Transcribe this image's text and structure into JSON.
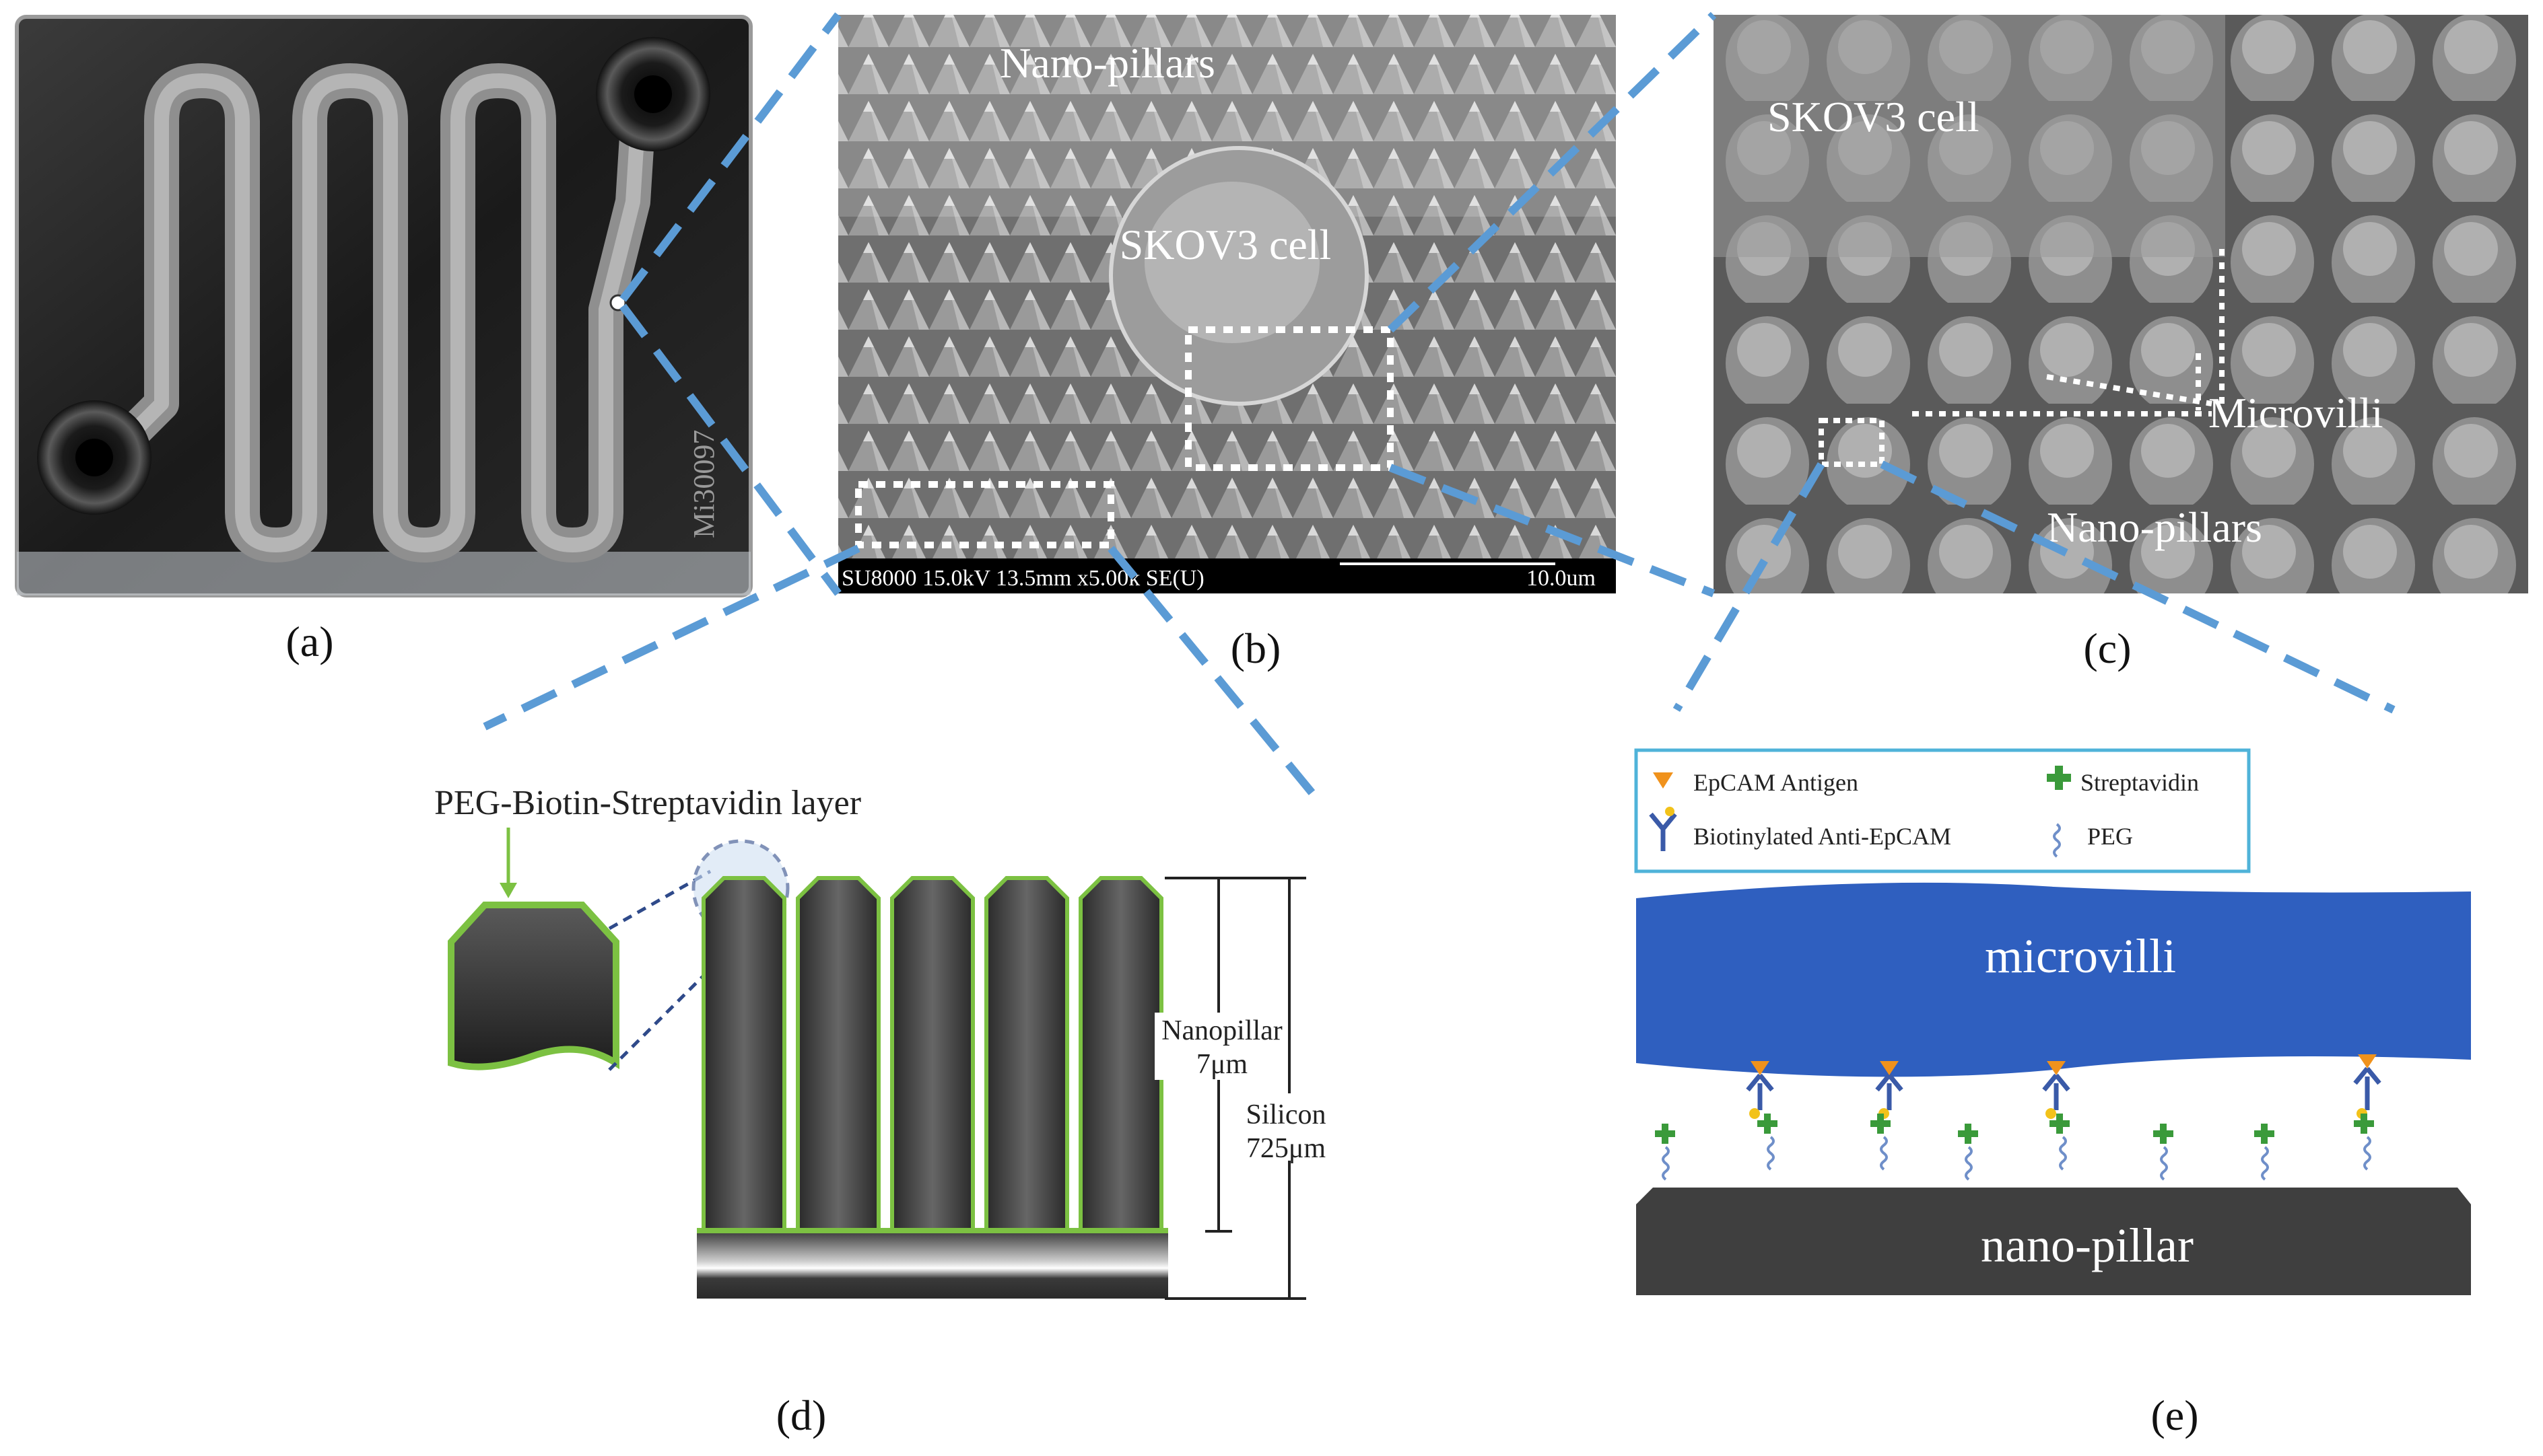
{
  "panels": {
    "a": {
      "caption": "(a)",
      "chip_text": "Mi30097"
    },
    "b": {
      "caption": "(b)",
      "label_nanopillars": "Nano-pillars",
      "label_cell": "SKOV3 cell",
      "sem_info": "SU8000 15.0kV 13.5mm x5.00k SE(U)",
      "scale": "10.0um"
    },
    "c": {
      "caption": "(c)",
      "label_cell": "SKOV3 cell",
      "label_microvilli": "Microvilli",
      "label_nanopillars": "Nano-pillars"
    },
    "d": {
      "caption": "(d)",
      "layer_label": "PEG-Biotin-Streptavidin layer",
      "nanopillar_label": "Nanopillar",
      "nanopillar_height": "7μm",
      "silicon_label": "Silicon",
      "silicon_height": "725μm"
    },
    "e": {
      "caption": "(e)",
      "legend": {
        "antigen": "EpCAM Antigen",
        "streptavidin": "Streptavidin",
        "antibody": "Biotinylated Anti-EpCAM",
        "peg": "PEG"
      },
      "microvilli": "microvilli",
      "nanopillar": "nano-pillar"
    }
  },
  "colors": {
    "connector": "#5b9bd5",
    "microvilli": "#2f5fbf",
    "pillar": "#3f3f3f",
    "coating": "#7cc142",
    "legend_border": "#4fb3d9"
  }
}
